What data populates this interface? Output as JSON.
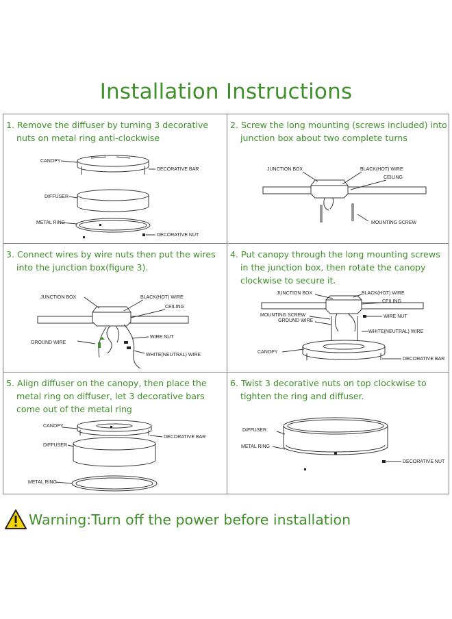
{
  "title": "Installation Instructions",
  "steps": [
    {
      "text": "1. Remove the diffuser by turning 3 decorative nuts on metal ring anti-clockwise",
      "labels": {
        "canopy": "CANOPY",
        "decorative_bar": "DECORATIVE BAR",
        "diffuser": "DIFFUSER",
        "metal_ring": "METAL RING",
        "decorative_nut": "DECORATIVE NUT"
      }
    },
    {
      "text": "2. Screw the long mounting (screws included) into junction box about two complete turns",
      "labels": {
        "junction_box": "JUNCTION BOX",
        "black_hot_wire": "BLACK(HOT) WIRE",
        "ceiling": "CEILING",
        "mounting_screw": "MOUNTING SCREW"
      }
    },
    {
      "text": "3. Connect wires by wire nuts then put the wires into the junction box(figure 3).",
      "labels": {
        "junction_box": "JUNCTION BOX",
        "black_hot_wire": "BLACK(HOT) WIRE",
        "ceiling": "CEILING",
        "wire_nut": "WIRE NUT",
        "ground_wire": "GROUND WIRE",
        "white_neutral_wire": "WHITE(NEUTRAL) WIRE"
      }
    },
    {
      "text": "4. Put canopy through the long mounting screws in the junction box, then rotate the canopy clockwise to secure it.",
      "labels": {
        "junction_box": "JUNCTION BOX",
        "black_hot_wire": "BLACK(HOT) WIRE",
        "ceiling": "CEILING",
        "mounting_screw": "MOUNTING SCREW",
        "ground_wire": "GROUND WIRE",
        "wire_nut": "WIRE NUT",
        "white_neutral_wire": "WHITE(NEUTRAL) WIRE",
        "canopy": "CANOPY",
        "decorative_bar": "DECORATIVE BAR"
      }
    },
    {
      "text": "5. Align diffuser on the canopy, then place the metal ring on diffuser, let 3 decorative bars come out of the metal ring",
      "labels": {
        "canopy": "CANOPY",
        "decorative_bar": "DECORATIVE BAR",
        "diffuser": "DIFFUSER",
        "metal_ring": "METAL RING"
      }
    },
    {
      "text": "6. Twist 3 decorative nuts on top clockwise to tighten the ring and diffuser.",
      "labels": {
        "diffuser": "DIFFUSER",
        "metal_ring": "METAL RING",
        "decorative_nut": "DECORATIVE NUT"
      }
    }
  ],
  "warning": {
    "icon": "warning-triangle-icon",
    "text": "Warning:Turn off the power before installation"
  },
  "colors": {
    "accent": "#3f8f2a",
    "border": "#7a7a7a",
    "warning_yellow": "#f5d400"
  }
}
